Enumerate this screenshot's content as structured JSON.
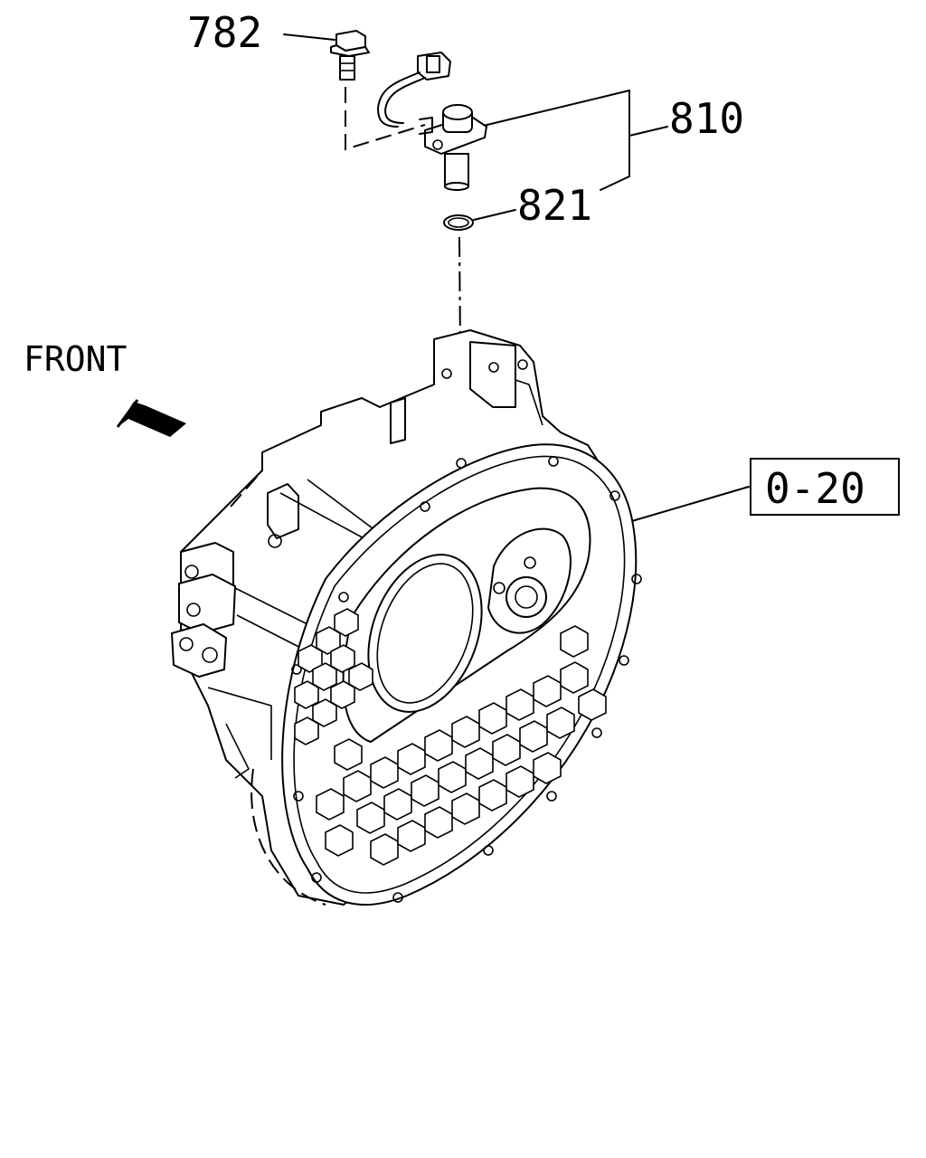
{
  "callouts": {
    "bolt": "782",
    "sensor": "810",
    "oring": "821",
    "housing_ref": "0-20"
  },
  "direction_label": "FRONT",
  "icons": {
    "arrow": "front-direction-arrow-icon"
  }
}
